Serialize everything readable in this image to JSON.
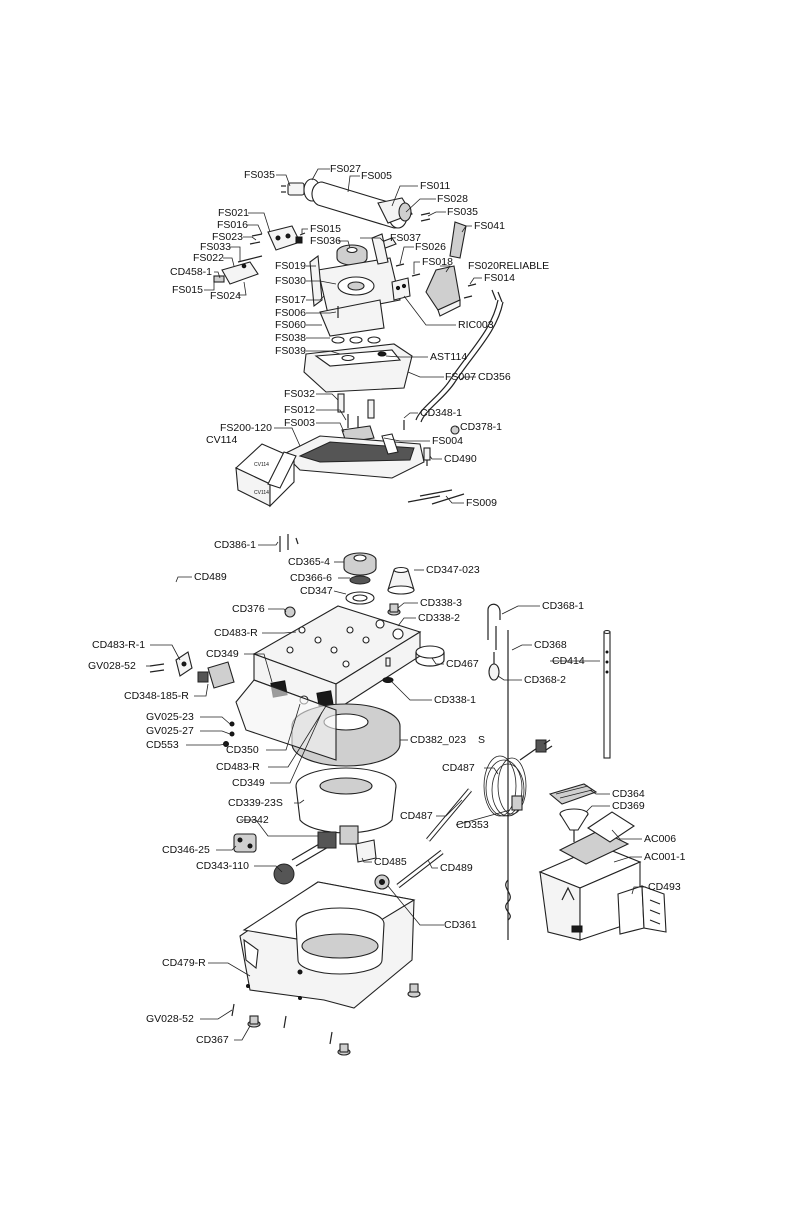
{
  "labels": {
    "fs035_a": "FS035",
    "fs027": "FS027",
    "fs005": "FS005",
    "fs011": "FS011",
    "fs028": "FS028",
    "fs035_b": "FS035",
    "fs041": "FS041",
    "fs021": "FS021",
    "fs016": "FS016",
    "fs023": "FS023",
    "fs033": "FS033",
    "fs022": "FS022",
    "cd458_1": "CD458-1",
    "fs015_a": "FS015",
    "fs024": "FS024",
    "fs015_b": "FS015",
    "fs036": "FS036",
    "fs037": "FS037",
    "fs026": "FS026",
    "fs018": "FS018",
    "fs020": "FS020RELIABLE",
    "fs014": "FS014",
    "fs019": "FS019",
    "fs030": "FS030",
    "fs017": "FS017",
    "fs006": "FS006",
    "fs060": "FS060",
    "ric003": "RIC003",
    "fs038": "FS038",
    "fs039": "FS039",
    "ast114": "AST114",
    "fs007": "FS007",
    "cd356": "CD356",
    "fs032": "FS032",
    "fs012": "FS012",
    "cd348_1": "CD348-1",
    "fs003": "FS003",
    "cd378_1": "CD378-1",
    "fs200": "FS200-120",
    "cv114": "CV114",
    "fs004": "FS004",
    "cd490": "CD490",
    "fs009": "FS009",
    "cd386_1": "CD386-1",
    "cd489_a": "CD489",
    "cd365_4": "CD365-4",
    "cd366_6": "CD366-6",
    "cd347_023": "CD347-023",
    "cd347": "CD347",
    "cd376": "CD376",
    "cd338_3": "CD338-3",
    "cd368_1": "CD368-1",
    "cd338_2": "CD338-2",
    "cd483_r": "CD483-R",
    "cd368": "CD368",
    "cd483_r_1": "CD483-R-1",
    "cd349_a": "CD349",
    "cd467": "CD467",
    "cd414": "CD414",
    "gv028_52_a": "GV028-52",
    "cd368_2": "CD368-2",
    "cd348_185_r": "CD348-185-R",
    "cd338_1": "CD338-1",
    "gv025_23": "GV025-23",
    "gv025_27": "GV025-27",
    "cd553": "CD553",
    "cd382": "CD382_023",
    "cd382_s": "S",
    "cd350": "CD350",
    "cd483_r_b": "CD483-R",
    "cd487_a": "CD487",
    "cd349_b": "CD349",
    "cd364": "CD364",
    "cd339": "CD339-23S",
    "cd369": "CD369",
    "cd342": "CD342",
    "cd487_b": "CD487",
    "cd353": "CD353",
    "ac006": "AC006",
    "cd346": "CD346-25",
    "ac001": "AC001-1",
    "cd485": "CD485",
    "cd343": "CD343-110",
    "cd489_b": "CD489",
    "cd493": "CD493",
    "cd361": "CD361",
    "cd479_r": "CD479-R",
    "gv028_52_b": "GV028-52",
    "cd367": "CD367"
  },
  "box_text": {
    "cv114_box": "CV114"
  }
}
